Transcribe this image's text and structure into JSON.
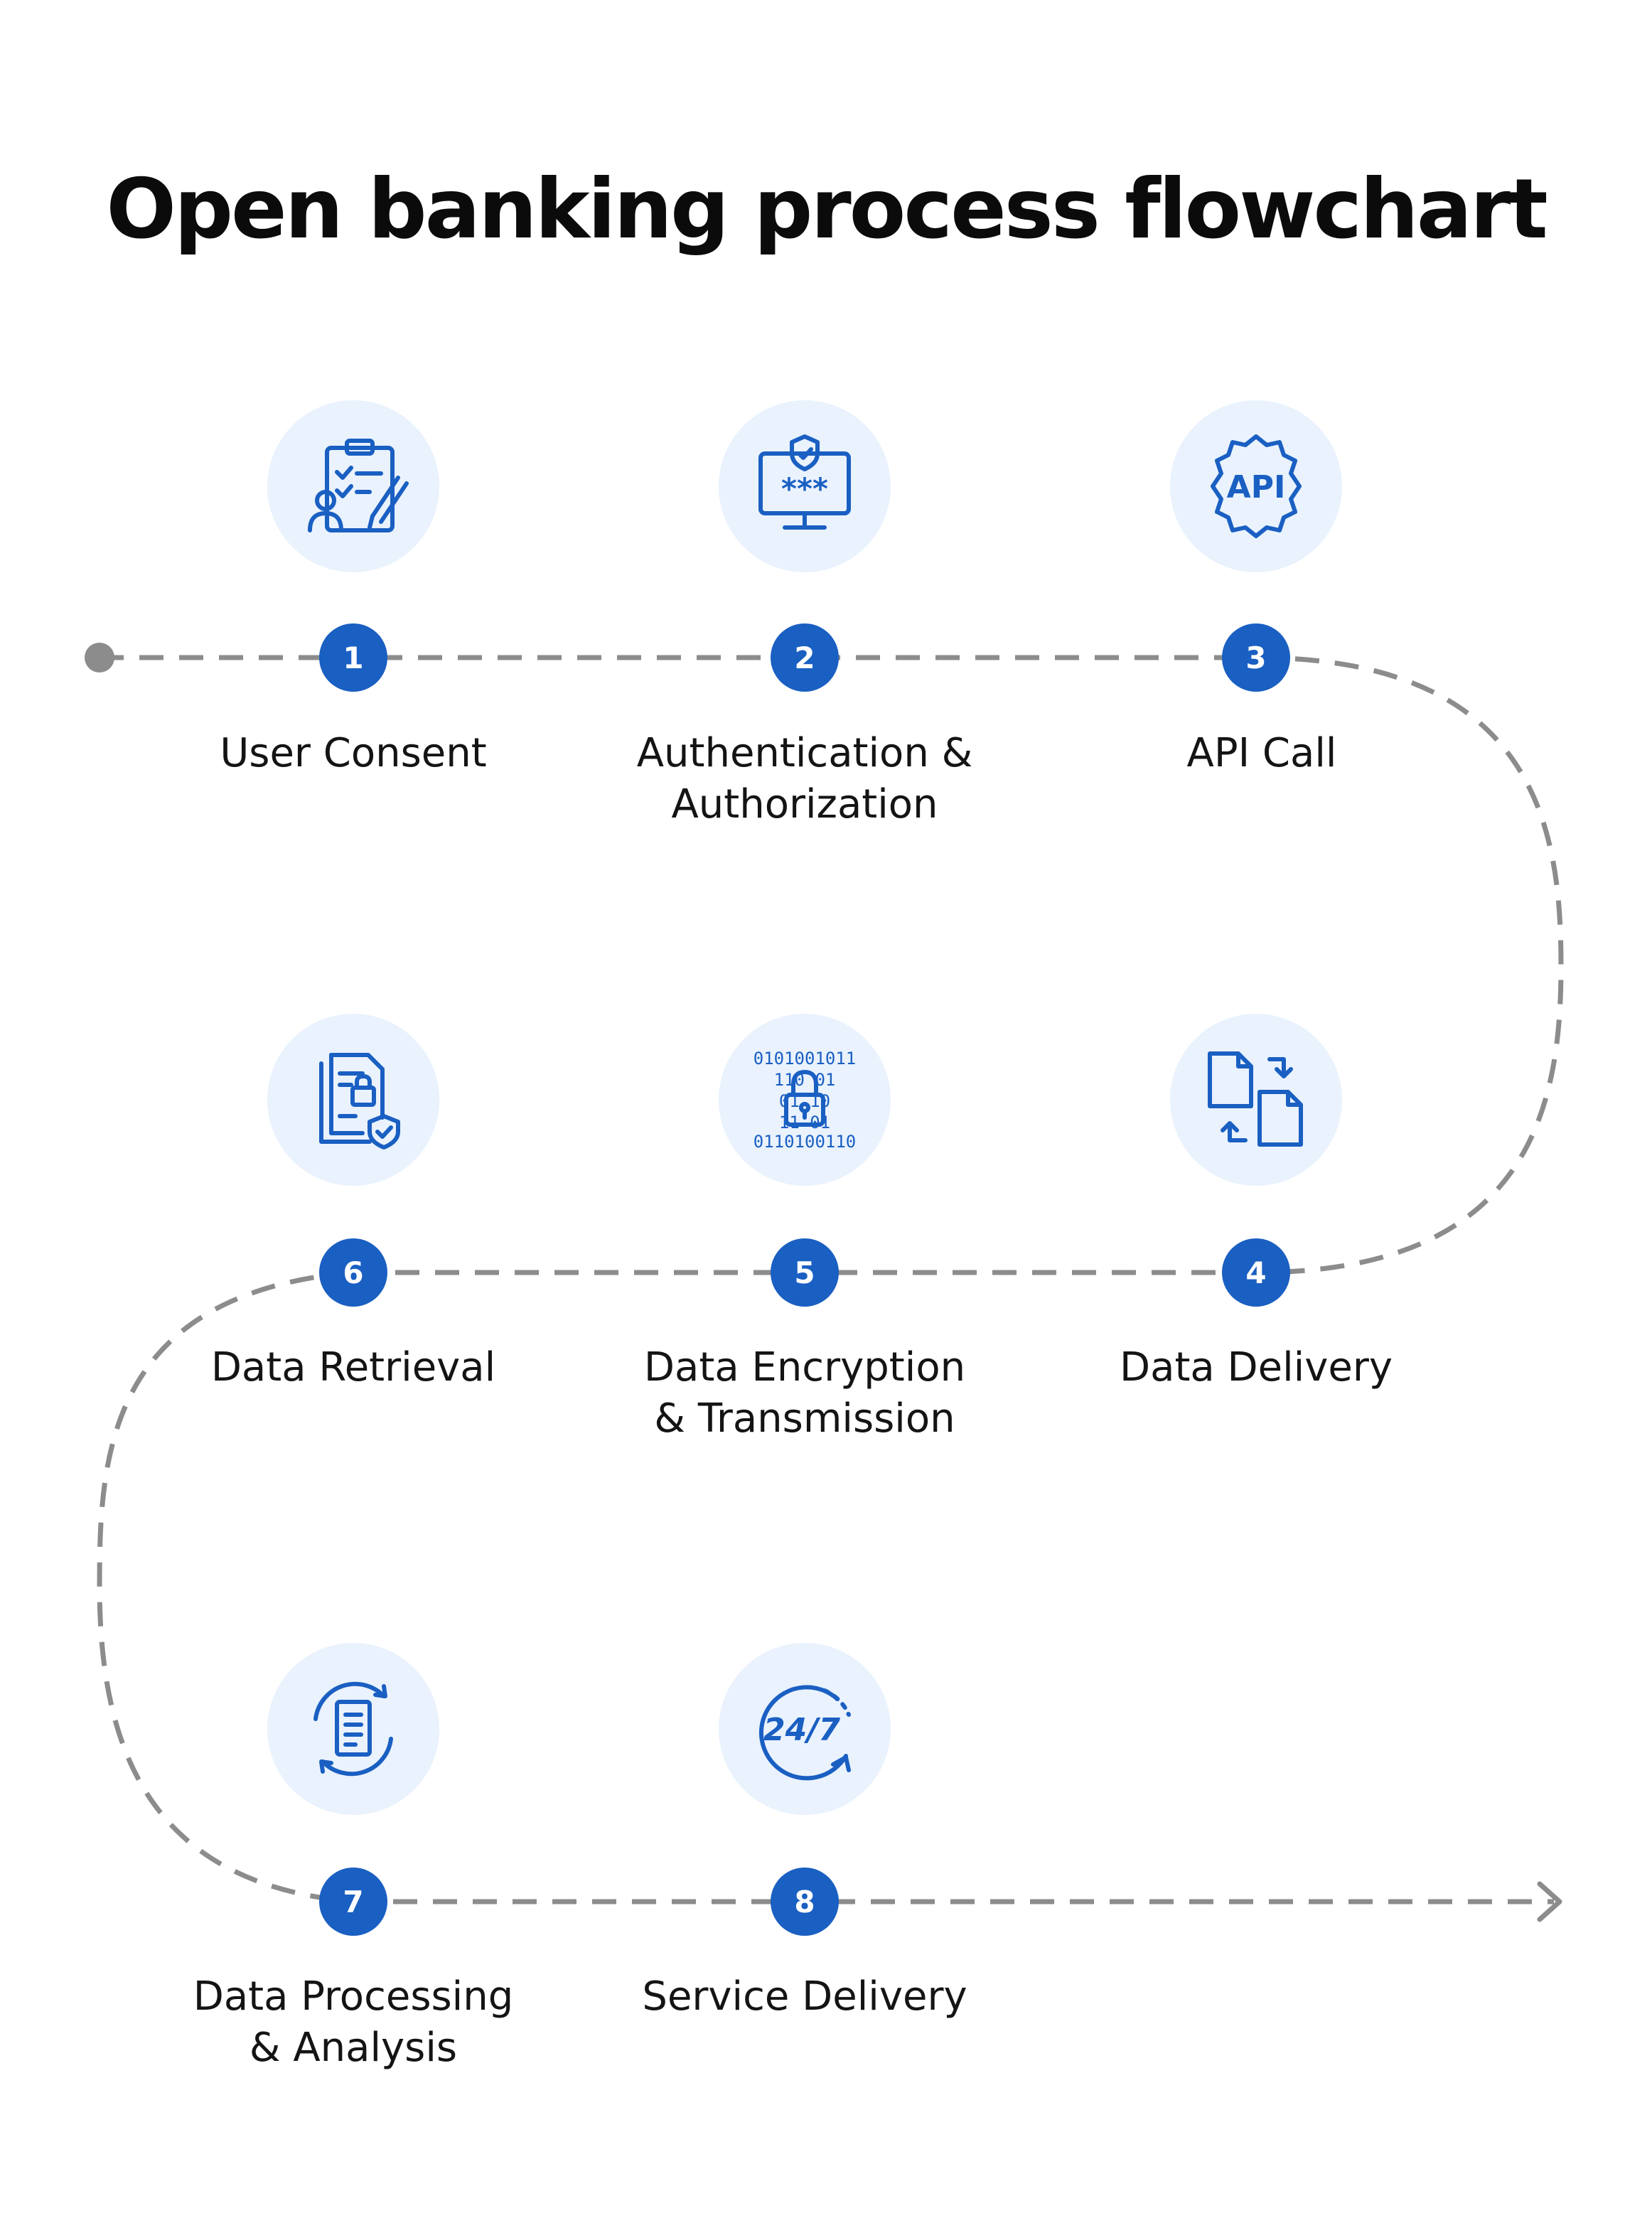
{
  "title": "Open banking process flowchart",
  "colors": {
    "accent": "#1a5fc2",
    "icon_circle": "#e9f2fd",
    "connector": "#8c8c8c",
    "text": "#141414"
  },
  "steps": [
    {
      "number": "1",
      "line1": "User Consent",
      "line2": "",
      "icon": "clipboard-user-pen-icon"
    },
    {
      "number": "2",
      "line1": "Authentication &",
      "line2": "Authorization",
      "icon": "monitor-password-shield-icon"
    },
    {
      "number": "3",
      "line1": "API Call",
      "line2": "",
      "icon": "api-gear-icon"
    },
    {
      "number": "4",
      "line1": "Data Delivery",
      "line2": "",
      "icon": "file-transfer-icon"
    },
    {
      "number": "5",
      "line1": "Data Encryption",
      "line2": "& Transmission",
      "icon": "binary-lock-icon"
    },
    {
      "number": "6",
      "line1": "Data Retrieval",
      "line2": "",
      "icon": "document-lock-shield-icon"
    },
    {
      "number": "7",
      "line1": "Data Processing",
      "line2": "& Analysis",
      "icon": "document-refresh-icon"
    },
    {
      "number": "8",
      "line1": "Service Delivery",
      "line2": "",
      "icon": "clock-24-7-icon"
    }
  ]
}
